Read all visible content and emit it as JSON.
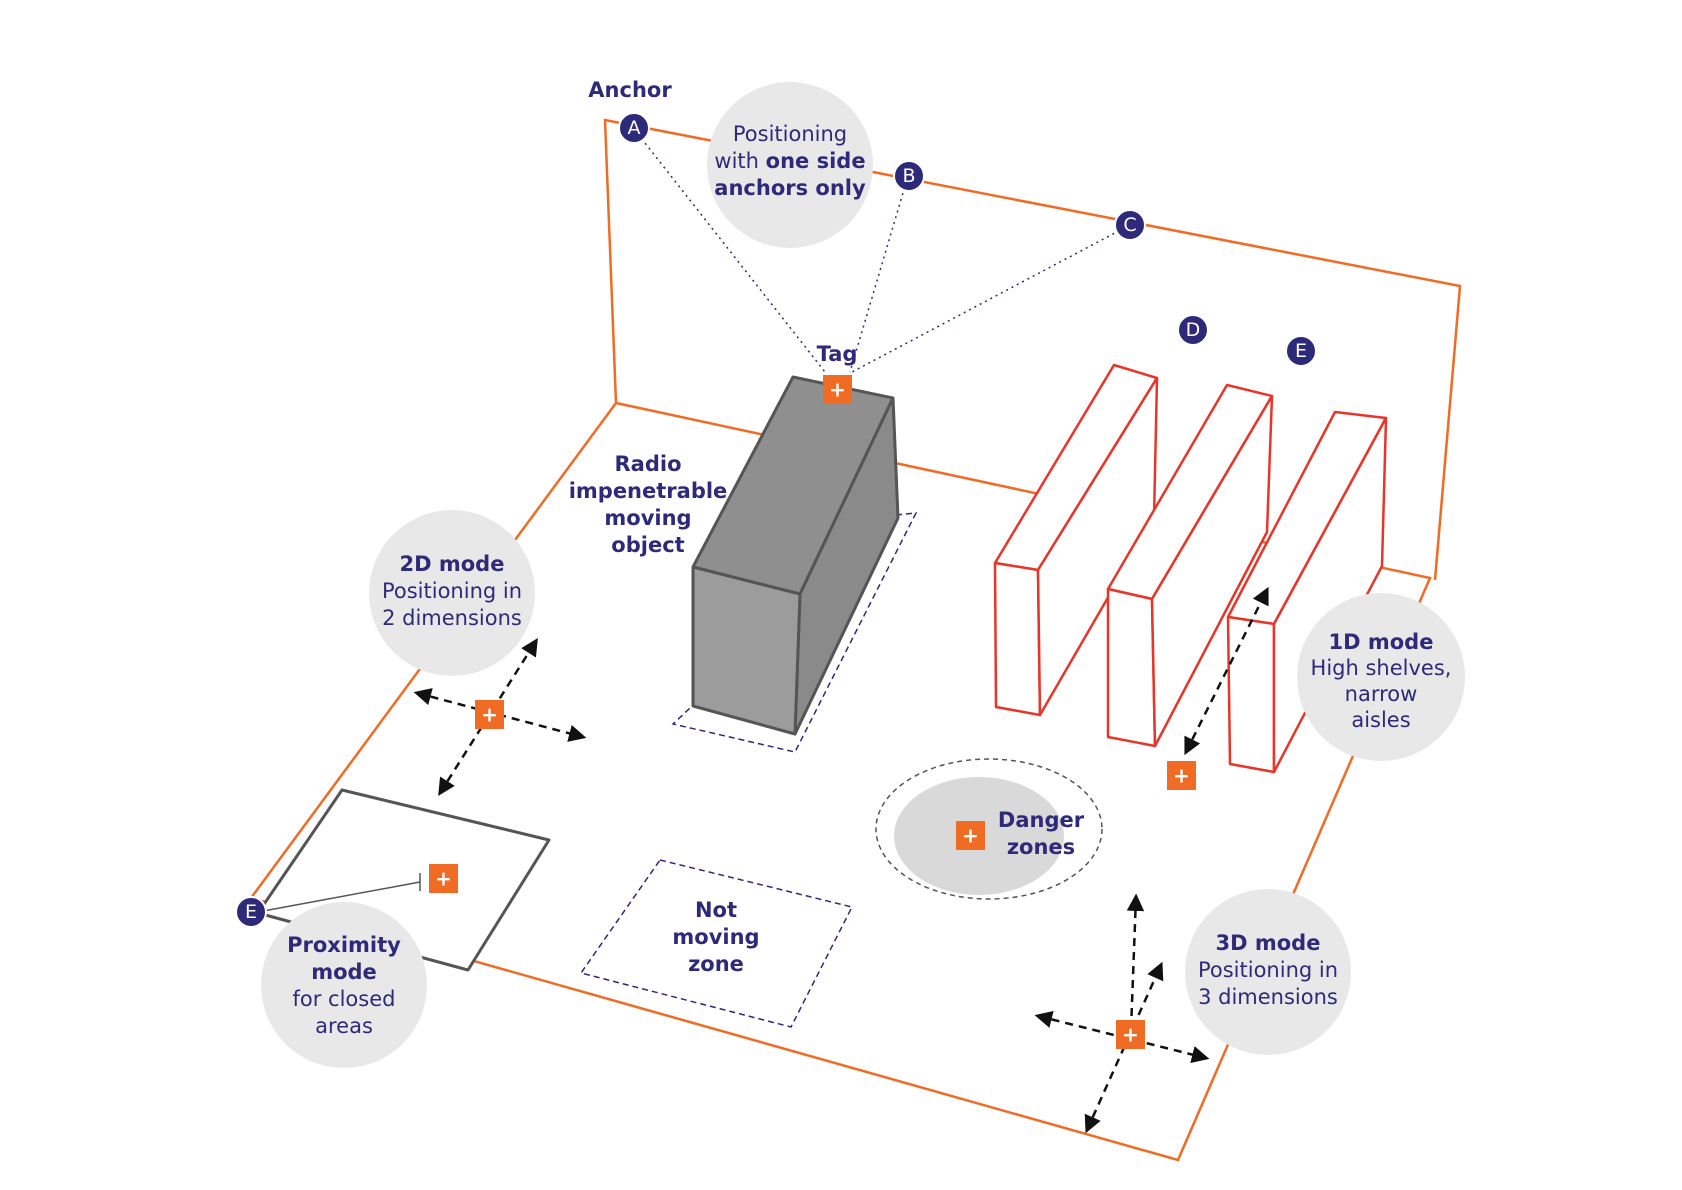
{
  "labels": {
    "anchor": "Anchor",
    "tag": "Tag",
    "radio_object": [
      "Radio",
      "impenetrable",
      "moving",
      "object"
    ],
    "not_moving": [
      "Not",
      "moving",
      "zone"
    ],
    "danger": [
      "Danger",
      "zones"
    ]
  },
  "bubbles": {
    "one_side": {
      "line1": "Positioning",
      "line2_plain": "with ",
      "line2_bold": "one side",
      "line3": "anchors only"
    },
    "mode_2d": {
      "title": "2D mode",
      "line1": "Positioning in",
      "line2": "2 dimensions"
    },
    "mode_1d": {
      "title": "1D mode",
      "line1": "High shelves,",
      "line2": "narrow",
      "line3": "aisles"
    },
    "mode_3d": {
      "title": "3D mode",
      "line1": "Positioning in",
      "line2": "3 dimensions"
    },
    "proximity": {
      "title1": "Proximity",
      "title2": "mode",
      "line1": "for closed",
      "line2": "areas"
    }
  },
  "anchors": {
    "a": "A",
    "b": "B",
    "c": "C",
    "d": "D",
    "e_shelf": "E",
    "e_corner": "E"
  },
  "tag_symbol": "+",
  "colors": {
    "orange": "#f06b24",
    "navy": "#2e2a7a",
    "red": "#e8352a",
    "bubble": "#e8e8e8",
    "box": "#9a9a9a"
  }
}
